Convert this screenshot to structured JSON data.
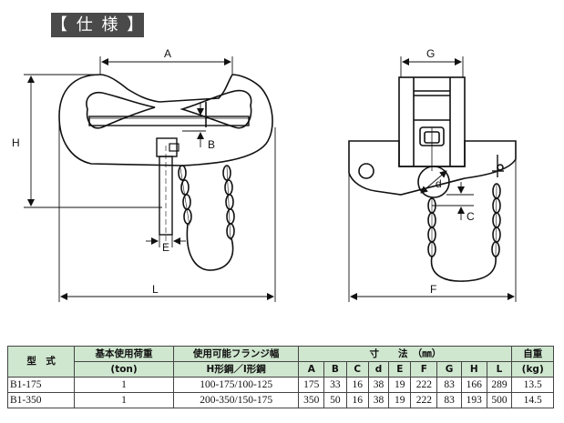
{
  "title": "【 仕 様 】",
  "dimension_labels": {
    "a": "A",
    "b": "B",
    "c": "C",
    "d": "d",
    "e": "E",
    "f": "F",
    "g": "G",
    "h": "H",
    "l": "L"
  },
  "table": {
    "header_model": "型　式",
    "header_load_line1": "基本使用荷重",
    "header_load_line2": "(ton)",
    "header_flange_line1": "使用可能フランジ幅",
    "header_flange_line2": "H形鋼／I形鋼",
    "header_dims": "寸　　法　（㎜）",
    "header_weight_line1": "自重",
    "header_weight_line2": "(kg)",
    "dim_columns": [
      "A",
      "B",
      "C",
      "d",
      "E",
      "F",
      "G",
      "H",
      "L"
    ],
    "rows": [
      {
        "model": "B1-175",
        "load": "1",
        "flange": "100-175/100-125",
        "dims": [
          "175",
          "33",
          "16",
          "38",
          "19",
          "222",
          "83",
          "166",
          "289"
        ],
        "weight": "13.5"
      },
      {
        "model": "B1-350",
        "load": "1",
        "flange": "200-350/150-175",
        "dims": [
          "350",
          "50",
          "16",
          "38",
          "19",
          "222",
          "83",
          "193",
          "500"
        ],
        "weight": "14.5"
      }
    ]
  }
}
